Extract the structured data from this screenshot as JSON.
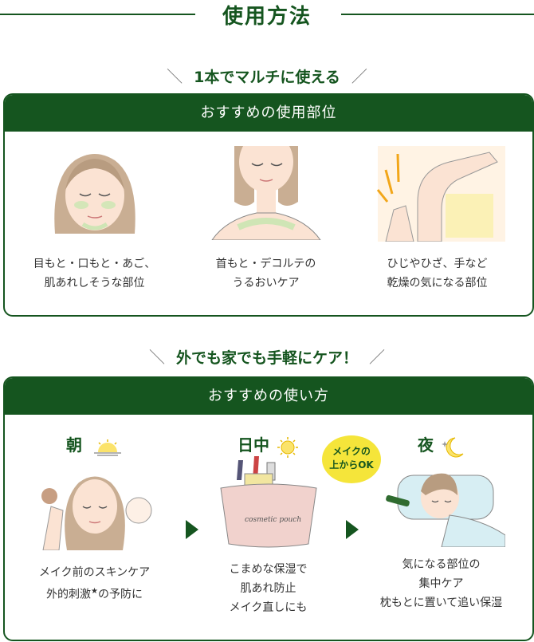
{
  "title": "使用方法",
  "section1": {
    "subtitle": "1本でマルチに使える",
    "header": "おすすめの使用部位",
    "items": [
      {
        "line1": "目もと・口もと・あご、",
        "line2": "肌あれしそうな部位",
        "icon": "face-illustration"
      },
      {
        "line1": "首もと・デコルテの",
        "line2": "うるおいケア",
        "icon": "neck-illustration"
      },
      {
        "line1": "ひじやひざ、手など",
        "line2": "乾燥の気になる部位",
        "icon": "elbow-illustration"
      }
    ]
  },
  "section2": {
    "subtitle": "外でも家でも手軽にケア！",
    "header": "おすすめの使い方",
    "items": [
      {
        "time": "朝",
        "icon": "sunrise-icon",
        "line1": "メイク前のスキンケア",
        "line2a": "外的刺激",
        "star": "★",
        "line2b": "の予防に"
      },
      {
        "time": "日中",
        "icon": "sun-icon",
        "line1": "こまめな保湿で",
        "line2": "肌あれ防止",
        "line3": "メイク直しにも"
      },
      {
        "time": "夜",
        "icon": "moon-icon",
        "line1": "気になる部位の",
        "line2": "集中ケア",
        "line3": "枕もとに置いて追い保湿"
      }
    ],
    "bubble": {
      "line1": "メイクの",
      "line2": "上からOK"
    },
    "pouch_text": "cosmetic pouch"
  },
  "colors": {
    "brand_green": "#15551f",
    "bubble_yellow": "#f5e53a",
    "skin": "#fbe3d3",
    "hair": "#b89c80"
  }
}
